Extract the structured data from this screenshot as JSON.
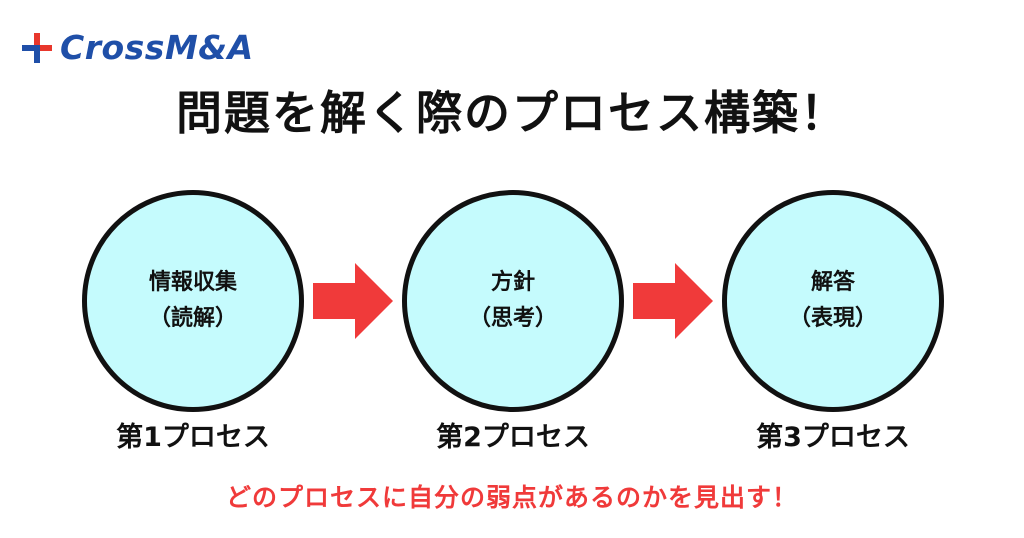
{
  "logo": {
    "text": "CrossM&A",
    "mark_colors": {
      "red": "#e8372c",
      "blue": "#1f4fa8"
    },
    "icon": "cross-plus-icon"
  },
  "title": "問題を解く際のプロセス構築！",
  "steps": [
    {
      "line1": "情報収集",
      "line2": "（読解）",
      "label": "第1プロセス"
    },
    {
      "line1": "方針",
      "line2": "（思考）",
      "label": "第2プロセス"
    },
    {
      "line1": "解答",
      "line2": "（表現）",
      "label": "第3プロセス"
    }
  ],
  "arrow_icon": "arrow-right-icon",
  "footer": "どのプロセスに自分の弱点があるのかを見出す！",
  "colors": {
    "circle_fill": "#c5fbfd",
    "circle_stroke": "#111111",
    "arrow": "#f03a3a",
    "footer_text": "#f03a3a",
    "logo_text": "#1f4fa8"
  }
}
